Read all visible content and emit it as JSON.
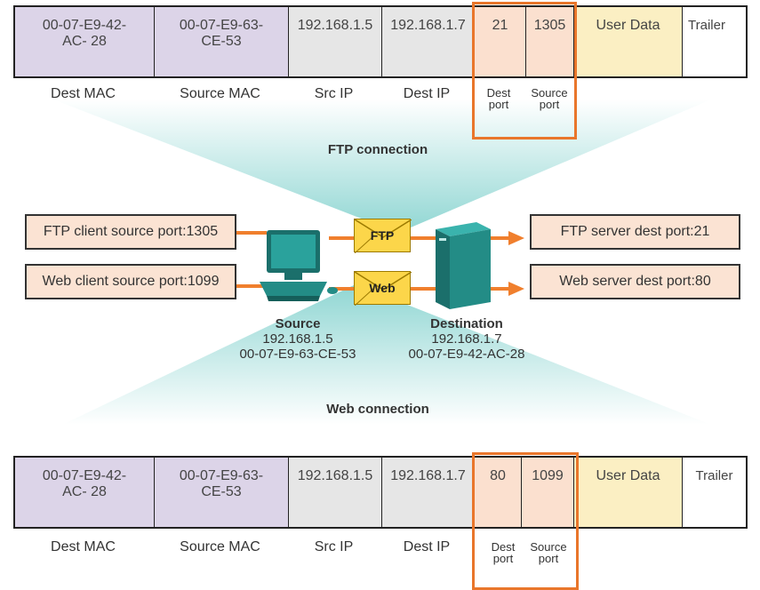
{
  "top_frame": {
    "dest_mac": "00-07-E9-42-AC- 28",
    "source_mac": "00-07-E9-63-CE-53",
    "src_ip": "192.168.1.5",
    "dest_ip": "192.168.1.7",
    "dest_port": "21",
    "source_port": "1305",
    "user_data": "User Data",
    "trailer": "Trailer"
  },
  "bottom_frame": {
    "dest_mac": "00-07-E9-42-AC- 28",
    "source_mac": "00-07-E9-63-CE-53",
    "src_ip": "192.168.1.5",
    "dest_ip": "192.168.1.7",
    "dest_port": "80",
    "source_port": "1099",
    "user_data": "User Data",
    "trailer": "Trailer"
  },
  "labels": {
    "dest_mac": "Dest MAC",
    "source_mac": "Source MAC",
    "src_ip": "Src IP",
    "dest_ip": "Dest IP",
    "dest_port_1": "Dest",
    "dest_port_2": "port",
    "source_port_1": "Source",
    "source_port_2": "port"
  },
  "connections": {
    "ftp": "FTP connection",
    "web": "Web connection"
  },
  "client_ports": {
    "ftp": "FTP client source port:1305",
    "web": "Web client source port:1099"
  },
  "server_ports": {
    "ftp": "FTP server dest port:21",
    "web": "Web server dest port:80"
  },
  "envelopes": {
    "ftp": "FTP",
    "web": "Web"
  },
  "source_host": {
    "name": "Source",
    "ip": "192.168.1.5",
    "mac": "00-07-E9-63-CE-53"
  },
  "destination_host": {
    "name": "Destination",
    "ip": "192.168.1.7",
    "mac": "00-07-E9-42-AC-28"
  },
  "colors": {
    "mac": "#dcd4e8",
    "ip": "#e6e6e6",
    "port": "#fbe0cf",
    "user_data": "#fbefc3",
    "highlight": "#e9762b",
    "arrow": "#f07f2d",
    "funnel": "#8fd3d0"
  }
}
